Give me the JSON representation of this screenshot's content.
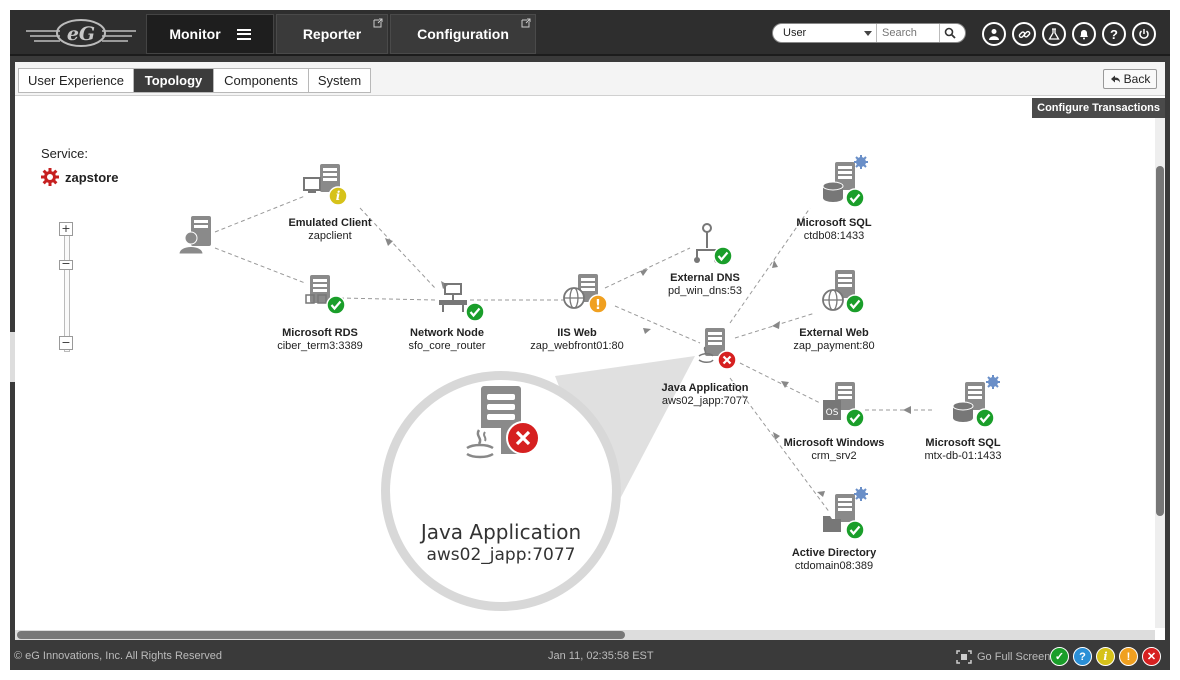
{
  "nav": {
    "tabs": [
      {
        "label": "Monitor",
        "active": true
      },
      {
        "label": "Reporter"
      },
      {
        "label": "Configuration"
      }
    ],
    "user_select": "User",
    "search_placeholder": "Search",
    "icons": [
      "user-icon",
      "link-icon",
      "lab-flask-icon",
      "bell-icon",
      "help-icon",
      "power-icon"
    ]
  },
  "subtabs": [
    {
      "label": "User Experience"
    },
    {
      "label": "Topology",
      "active": true
    },
    {
      "label": "Components"
    },
    {
      "label": "System"
    }
  ],
  "back_label": "Back",
  "configure_transactions": "Configure Transactions",
  "service": {
    "label": "Service:",
    "name": "zapstore"
  },
  "zoom": {
    "plus": "+",
    "minus": "−"
  },
  "nodes": {
    "emulated_client": {
      "title": "Emulated Client",
      "host": "zapclient",
      "status": "info"
    },
    "microsoft_rds": {
      "title": "Microsoft RDS",
      "host": "ciber_term3:3389",
      "status": "ok"
    },
    "network_node": {
      "title": "Network Node",
      "host": "sfo_core_router",
      "status": "ok"
    },
    "iis_web": {
      "title": "IIS Web",
      "host": "zap_webfront01:80",
      "status": "warning"
    },
    "external_dns": {
      "title": "External DNS",
      "host": "pd_win_dns:53",
      "status": "ok"
    },
    "microsoft_sql_1": {
      "title": "Microsoft SQL",
      "host": "ctdb08:1433",
      "status": "ok"
    },
    "external_web": {
      "title": "External Web",
      "host": "zap_payment:80",
      "status": "ok"
    },
    "java_application": {
      "title": "Java Application",
      "host": "aws02_japp:7077",
      "status": "critical"
    },
    "microsoft_windows": {
      "title": "Microsoft Windows",
      "host": "crm_srv2",
      "status": "ok"
    },
    "microsoft_sql_2": {
      "title": "Microsoft SQL",
      "host": "mtx-db-01:1433",
      "status": "ok"
    },
    "active_directory": {
      "title": "Active Directory",
      "host": "ctdomain08:389",
      "status": "ok"
    }
  },
  "callout": {
    "title": "Java Application",
    "host": "aws02_japp:7077"
  },
  "footer": {
    "copyright": "© eG Innovations, Inc. All Rights Reserved",
    "datetime": "Jan 11, 02:35:58 EST",
    "fullscreen_label": "Go Full Screen"
  },
  "colors": {
    "ok": "#1a9e2a",
    "warning": "#f0a020",
    "info": "#d6c21a",
    "critical": "#d62020",
    "help": "#2a8fd6"
  }
}
